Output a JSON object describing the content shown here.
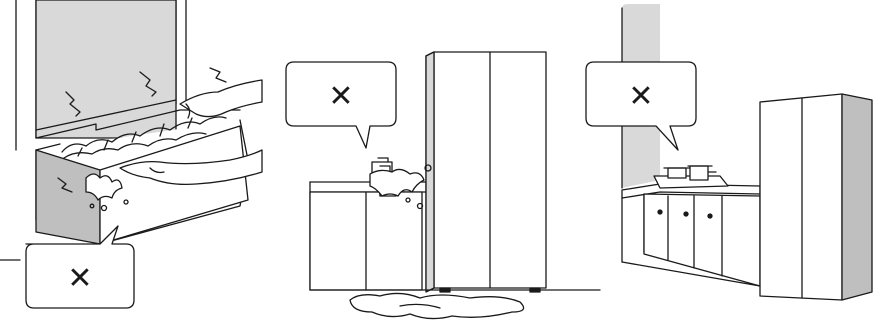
{
  "panels": [
    {
      "scene": "drawer-overflow",
      "warning": {
        "symbol": "✕",
        "icon": "prohibited-x-icon"
      }
    },
    {
      "scene": "dispenser-spill",
      "warning": {
        "symbol": "✕",
        "icon": "prohibited-x-icon"
      }
    },
    {
      "scene": "fridge-near-stove",
      "warning": {
        "symbol": "✕",
        "icon": "prohibited-x-icon"
      }
    }
  ],
  "colors": {
    "line": "#1a1a1a",
    "wall_gray": "#d9d9d9",
    "side_gray": "#bfbfbf",
    "bubble_fill": "#ffffff"
  }
}
